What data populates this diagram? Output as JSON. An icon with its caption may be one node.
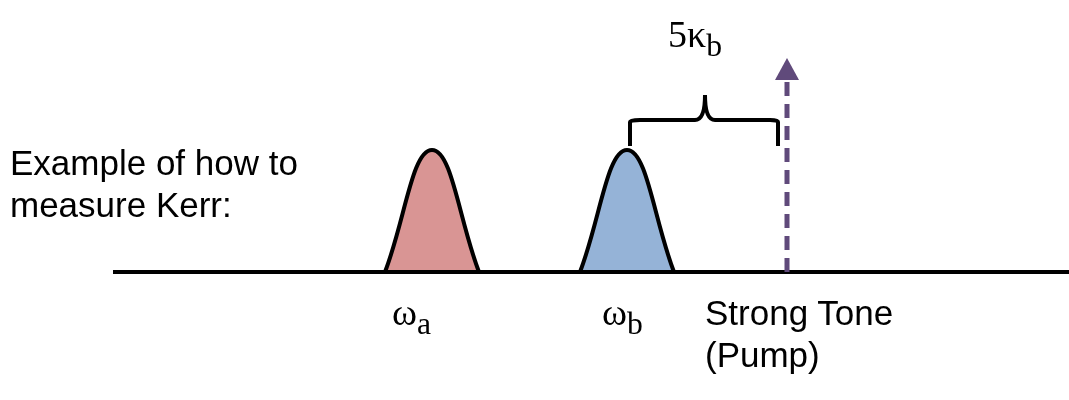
{
  "diagram": {
    "labels": [
      "5κ$_{b}$",
      "Example of how to measure Kerr:",
      "ω$_{a}$",
      "ω$_{b}$",
      "Strong Tone (Pump)"
    ]
  }
}
